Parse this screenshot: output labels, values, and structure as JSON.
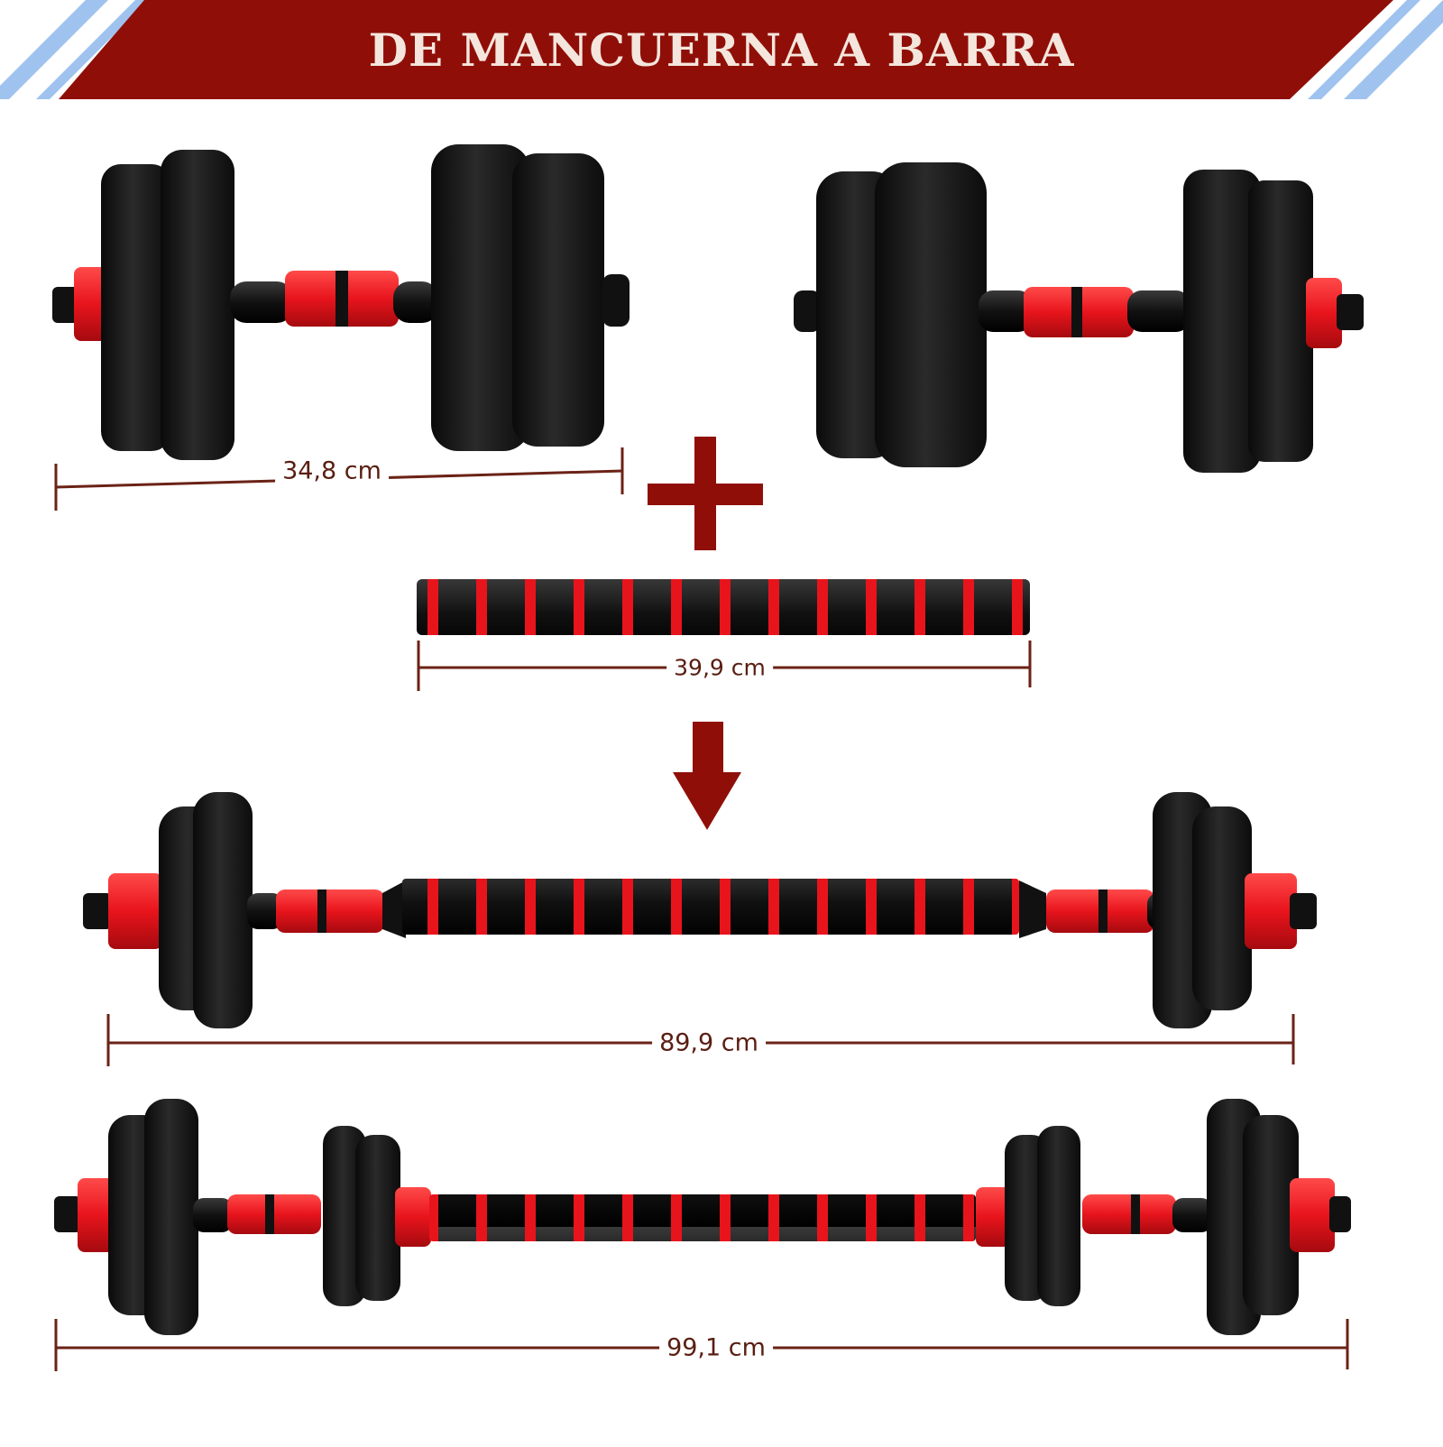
{
  "banner": {
    "title": "DE MANCUERNA A BARRA",
    "color": "#8f0f08",
    "stripe_color": "#9fc3ee"
  },
  "colors": {
    "plate": "#141414",
    "grip_red": "#e8141c",
    "dimension_line": "#6b2216",
    "symbol": "#8f0f08"
  },
  "icons": {
    "plus": "plus-icon",
    "arrow": "arrow-down-icon"
  },
  "dimensions": {
    "dumbbell": "34,8 cm",
    "connector": "39,9 cm",
    "barbell": "89,9 cm",
    "barbell_full": "99,1 cm"
  }
}
